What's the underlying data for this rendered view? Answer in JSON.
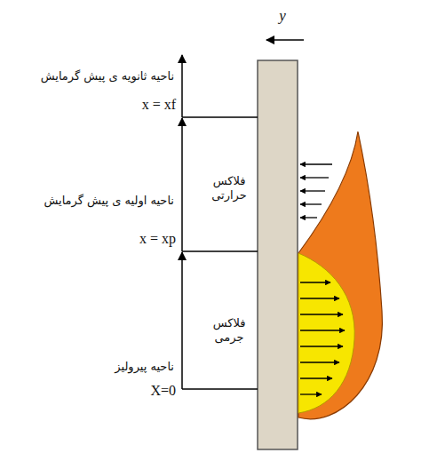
{
  "diagram": {
    "labels": [
      "y",
      "ناحیه ثانویه ی پیش گرمایش",
      "x = xf",
      "فلاکس حرارتی",
      "ناحیه اولیه ی پیش گرمایش",
      "x = xp",
      "فلاکس جرمی",
      "ناحیه پیرولیز",
      "X=0"
    ]
  }
}
